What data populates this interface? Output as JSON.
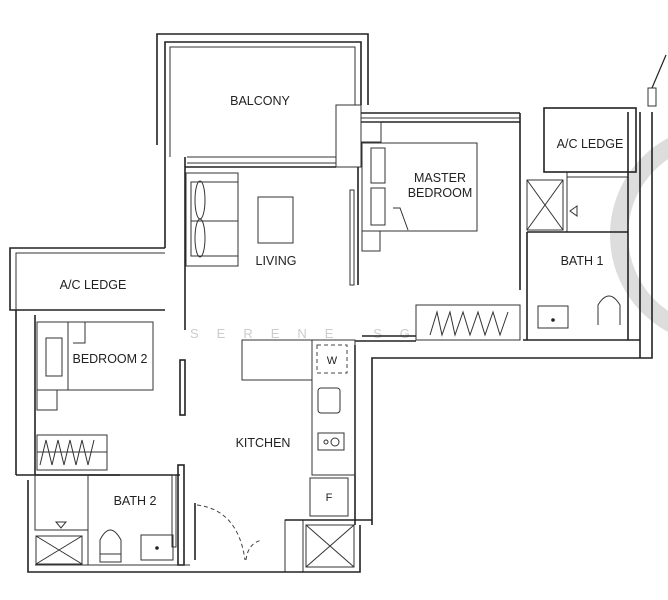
{
  "rooms": {
    "balcony": "BALCONY",
    "master_bedroom_line1": "MASTER",
    "master_bedroom_line2": "BEDROOM",
    "ac_ledge_right": "A/C LEDGE",
    "living": "LIVING",
    "bath_1": "BATH 1",
    "ac_ledge_left": "A/C LEDGE",
    "bedroom_2": "BEDROOM 2",
    "kitchen": "KITCHEN",
    "bath_2": "BATH 2"
  },
  "fixtures": {
    "washer": "W",
    "fridge": "F"
  },
  "watermark": "SERENE SG",
  "colors": {
    "line": "#222222",
    "background": "#ffffff",
    "watermark": "#cccccc"
  }
}
